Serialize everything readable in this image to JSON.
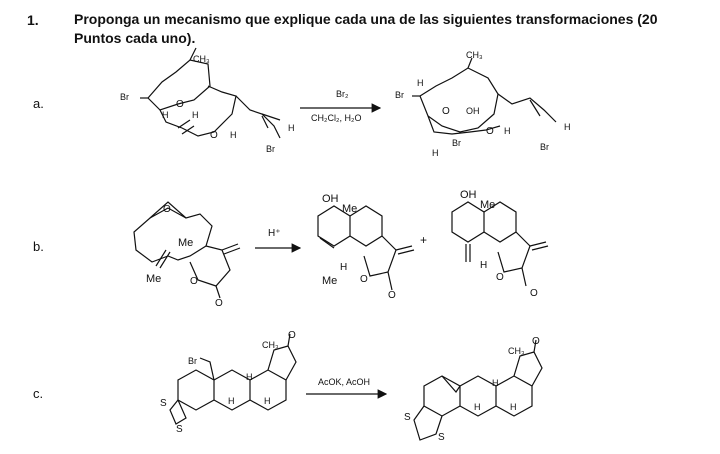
{
  "question": {
    "number": "1.",
    "text": "Proponga un mecanismo que explique cada una de las siguientes transformaciones (20 Puntos cada uno)."
  },
  "parts": [
    {
      "label": "a.",
      "reagent_top": "Br₂",
      "reagent_bottom": "CH₂Cl₂, H₂O",
      "start_labels": {
        "ch3": "CH₃",
        "br": "Br",
        "o_bridge": "O",
        "h1": "H",
        "h2": "H",
        "o_ring": "O",
        "h3": "H",
        "h4": "H",
        "br2": "Br"
      },
      "product_labels": {
        "ch3": "CH₃",
        "br": "Br",
        "h_top": "H",
        "o_bridge": "O",
        "oh": "OH",
        "o_ring": "O",
        "h_ring": "H",
        "br_mid": "Br",
        "h_bottom": "H",
        "h_allene": "H",
        "br_allene": "Br"
      }
    },
    {
      "label": "b.",
      "reagent_top": "H⁺",
      "reagent_bottom": "",
      "start_labels": {
        "o_epox": "O",
        "me1": "Me",
        "me2": "Me",
        "o_lactone": "O",
        "o_carbonyl": "O"
      },
      "product1_labels": {
        "oh": "OH",
        "me_top": "Me",
        "h": "H",
        "me_bottom": "Me",
        "o_lactone": "O",
        "o_carbonyl": "O"
      },
      "plus": "+",
      "product2_labels": {
        "oh": "OH",
        "me_top": "Me",
        "h": "H",
        "o_lactone": "O",
        "o_carbonyl": "O"
      }
    },
    {
      "label": "c.",
      "reagent_top": "AcOK, AcOH",
      "reagent_bottom": "",
      "start_labels": {
        "br": "Br",
        "ch3": "CH₃",
        "o": "O",
        "s1": "S",
        "s2": "S",
        "h1": "H",
        "h2": "H",
        "h3": "H"
      },
      "product_labels": {
        "ch3": "CH₃",
        "o": "O",
        "s1": "S",
        "s2": "S",
        "h1": "H",
        "h2": "H",
        "h3": "H"
      }
    }
  ]
}
